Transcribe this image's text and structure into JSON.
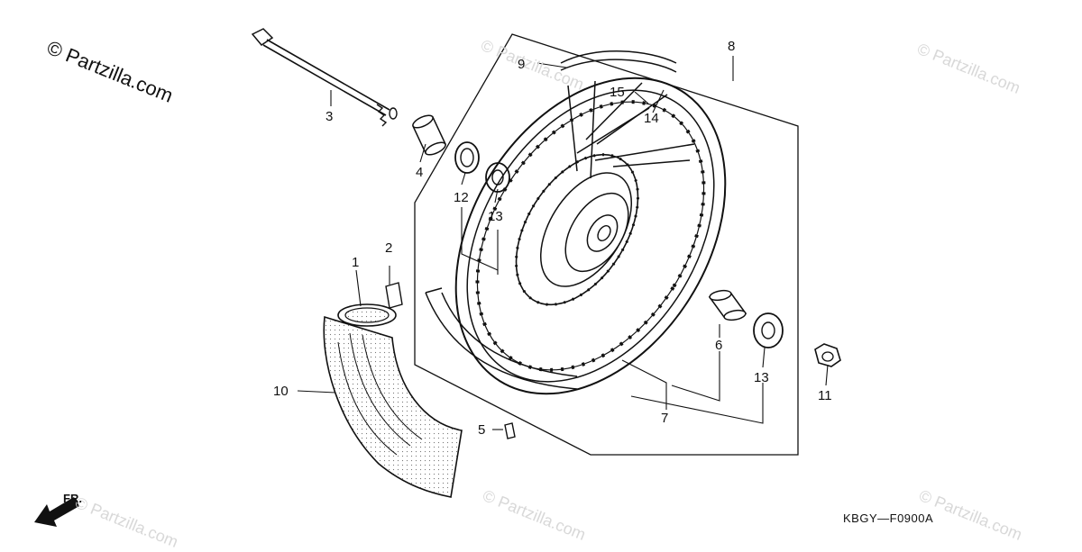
{
  "copyright": "© Partzilla.com",
  "watermark": "© Partzilla.com",
  "reference_code": "KBGY—F0900A",
  "direction_label": "FR.",
  "callouts": {
    "c1": "1",
    "c2": "2",
    "c3": "3",
    "c4": "4",
    "c5": "5",
    "c6": "6",
    "c7": "7",
    "c8": "8",
    "c9": "9",
    "c10": "10",
    "c11": "11",
    "c12": "12",
    "c13a": "13",
    "c13b": "13",
    "c14": "14",
    "c15": "15"
  }
}
